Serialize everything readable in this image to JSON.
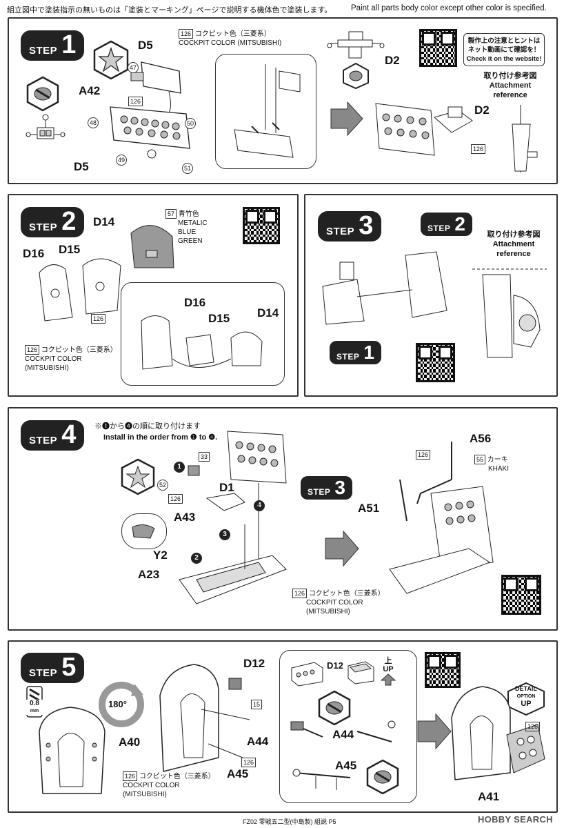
{
  "header": {
    "note_ja": "組立図中で塗装指示の無いものは「塗装とマーキング」ページで説明する機体色で塗装します。",
    "note_en": "Paint all parts body color except other color is specified."
  },
  "step_word": "STEP",
  "step1": {
    "number": "1",
    "color_code": "126",
    "color_ja": "コクピット色（三菱系）",
    "color_en": "COCKPIT COLOR (MITSUBISHI)",
    "parts": [
      "D5",
      "A42",
      "D5",
      "D2",
      "D2"
    ],
    "decals": [
      "47",
      "48",
      "49",
      "50",
      "51"
    ],
    "note_ja1": "製作上の注意とヒントは",
    "note_ja2": "ネット動画にて確認を！",
    "note_en": "Check it on the website!",
    "ref_ja": "取り付け参考図",
    "ref_en1": "Attachment",
    "ref_en2": "reference"
  },
  "step2": {
    "number": "2",
    "parts": [
      "D14",
      "D16",
      "D15",
      "D16",
      "D15",
      "D14"
    ],
    "color1_code": "57",
    "color1_ja": "青竹色",
    "color1_en1": "METALIC",
    "color1_en2": "BLUE",
    "color1_en3": "GREEN",
    "color2_code": "126",
    "color2_ja": "コクピット色（三菱系）",
    "color2_en1": "COCKPIT COLOR",
    "color2_en2": "(MITSUBISHI)"
  },
  "step3": {
    "number": "3",
    "sub_step_a": "2",
    "sub_step_b": "1",
    "ref_ja": "取り付け参考図",
    "ref_en1": "Attachment",
    "ref_en2": "reference"
  },
  "step4": {
    "number": "4",
    "order_ja": "※❶から❹の順に取り付けます",
    "order_en": "Install in the order from ❶ to ❹.",
    "parts": [
      "D1",
      "A43",
      "Y2",
      "A23",
      "A56",
      "A51"
    ],
    "order_marks": [
      "1",
      "2",
      "3",
      "4"
    ],
    "codes": [
      "33",
      "52",
      "126",
      "126",
      "55"
    ],
    "sub_step": "3",
    "color_khaki_ja": "カーキ",
    "color_khaki_en": "KHAKI",
    "color_code": "126",
    "color_ja": "コクピット色（三菱系）",
    "color_en1": "COCKPIT COLOR",
    "color_en2": "(MITSUBISHI)"
  },
  "step5": {
    "number": "5",
    "drill": "0.8",
    "drill_unit": "mm",
    "rotate": "180°",
    "parts": [
      "A40",
      "D12",
      "A44",
      "A45",
      "D12",
      "A44",
      "A45",
      "A41"
    ],
    "codes": [
      "15",
      "126",
      "126"
    ],
    "up_ja": "上",
    "up_en": "UP",
    "detail1": "DETAIL",
    "detail2": "OPTION",
    "detail3": "UP",
    "color_code": "126",
    "color_ja": "コクピット色（三菱系）",
    "color_en1": "COCKPIT COLOR",
    "color_en2": "(MITSUBISHI)"
  },
  "footer": {
    "text": "FZ02 零戦五二型(中島製) 組説 P5"
  },
  "watermark": "HOBBY SEARCH"
}
